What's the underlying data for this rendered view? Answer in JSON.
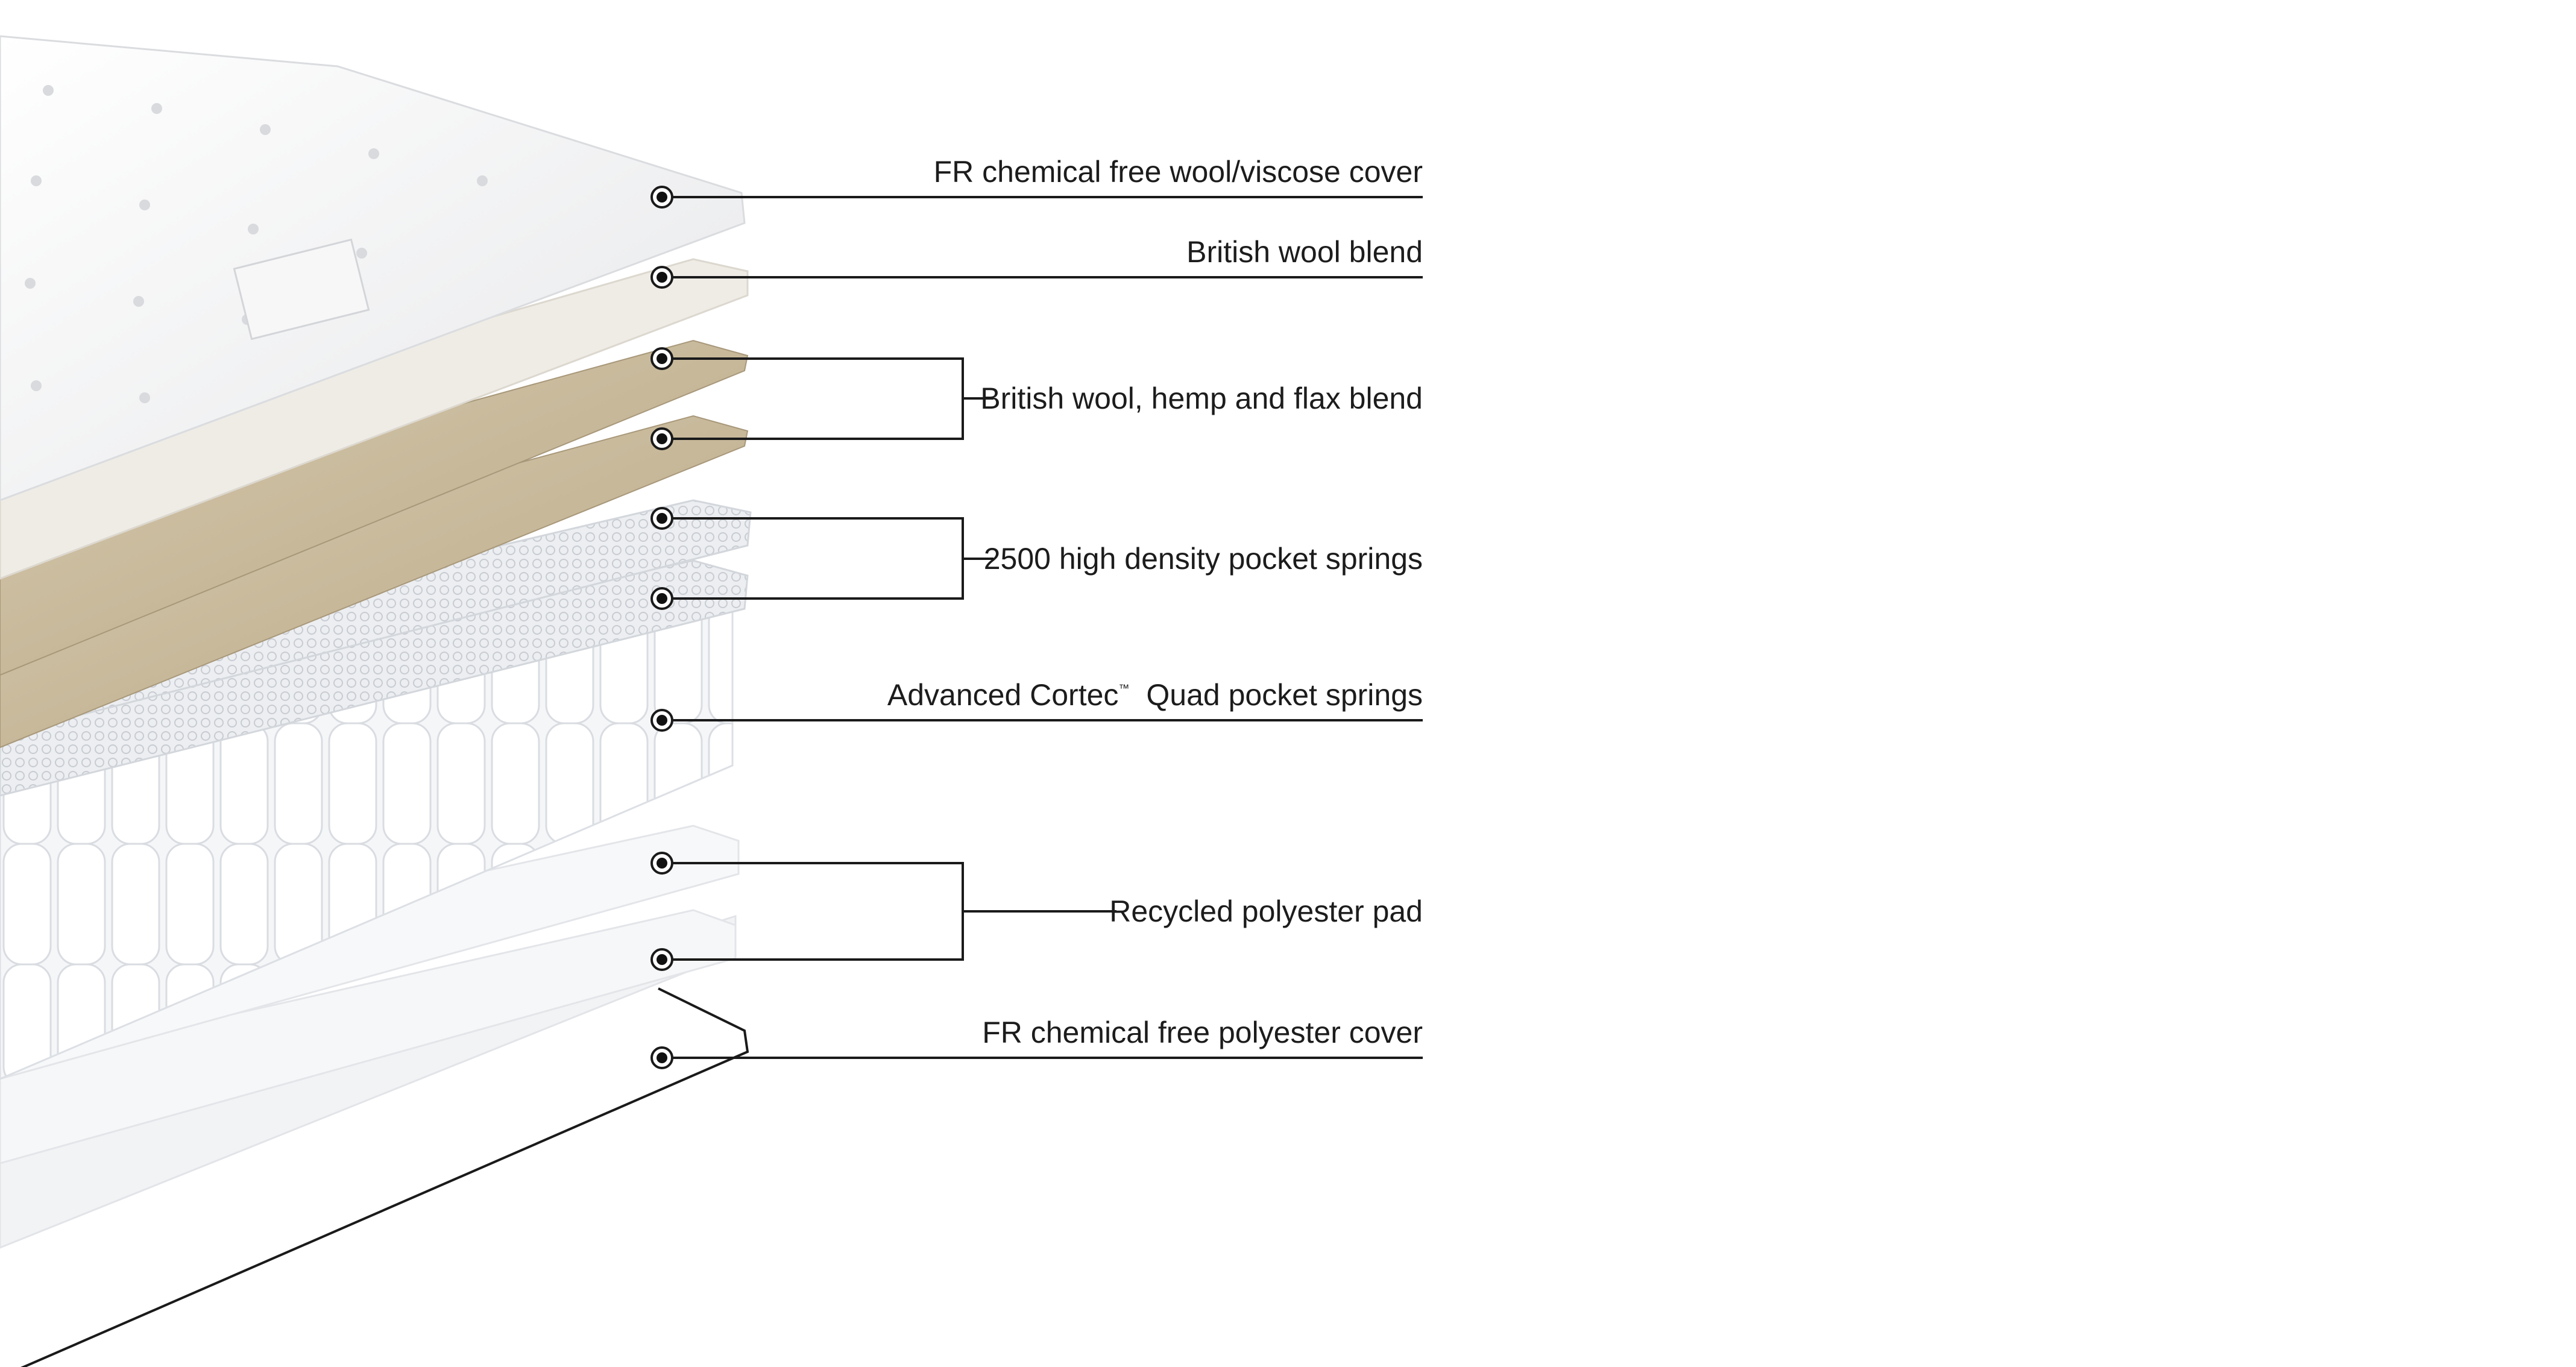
{
  "layers": [
    {
      "label": "FR chemical free wool/viscose cover"
    },
    {
      "label": "British wool blend"
    },
    {
      "label": "British wool, hemp and flax blend"
    },
    {
      "label": "2500 high density pocket springs"
    },
    {
      "label": "Advanced Cortec",
      "trademark": "™",
      "label_suffix": "Quad pocket springs"
    },
    {
      "label": "Recycled polyester pad"
    },
    {
      "label": "FR chemical free polyester cover"
    }
  ],
  "colors": {
    "line": "#1a1a1a",
    "wool_cover": "#f4f4f4",
    "wool_blend": "#efece6",
    "hemp_flax": "#cdbfa3",
    "springs": "#e9ebee",
    "polyester": "#f3f4f6"
  }
}
